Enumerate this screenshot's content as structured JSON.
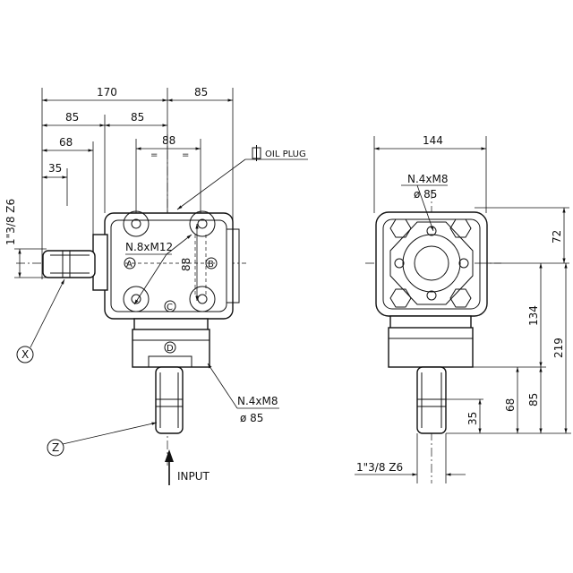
{
  "front_view": {
    "dim_170": "170",
    "dim_85_top": "85",
    "dim_85_left": "85",
    "dim_85_right": "85",
    "dim_68": "68",
    "dim_35": "35",
    "dim_88_h": "88",
    "dim_88_v": "88",
    "shaft_thread": "1\"3/8 Z6",
    "bolt_pattern": "N.8xM12",
    "flange_bolts": "N.4xM8",
    "flange_dia": "ø 85",
    "oil_plug": "OIL PLUG",
    "input_label": "INPUT",
    "callout_x": "X",
    "callout_z": "Z",
    "point_a": "A",
    "point_b": "B",
    "point_c": "C",
    "point_d": "D",
    "equals_mark": "="
  },
  "side_view": {
    "dim_144": "144",
    "flange_bolts": "N.4xM8",
    "flange_dia": "ø 85",
    "dim_72": "72",
    "dim_134": "134",
    "dim_219": "219",
    "dim_85": "85",
    "dim_68": "68",
    "dim_35": "35",
    "shaft_thread": "1\"3/8 Z6"
  }
}
